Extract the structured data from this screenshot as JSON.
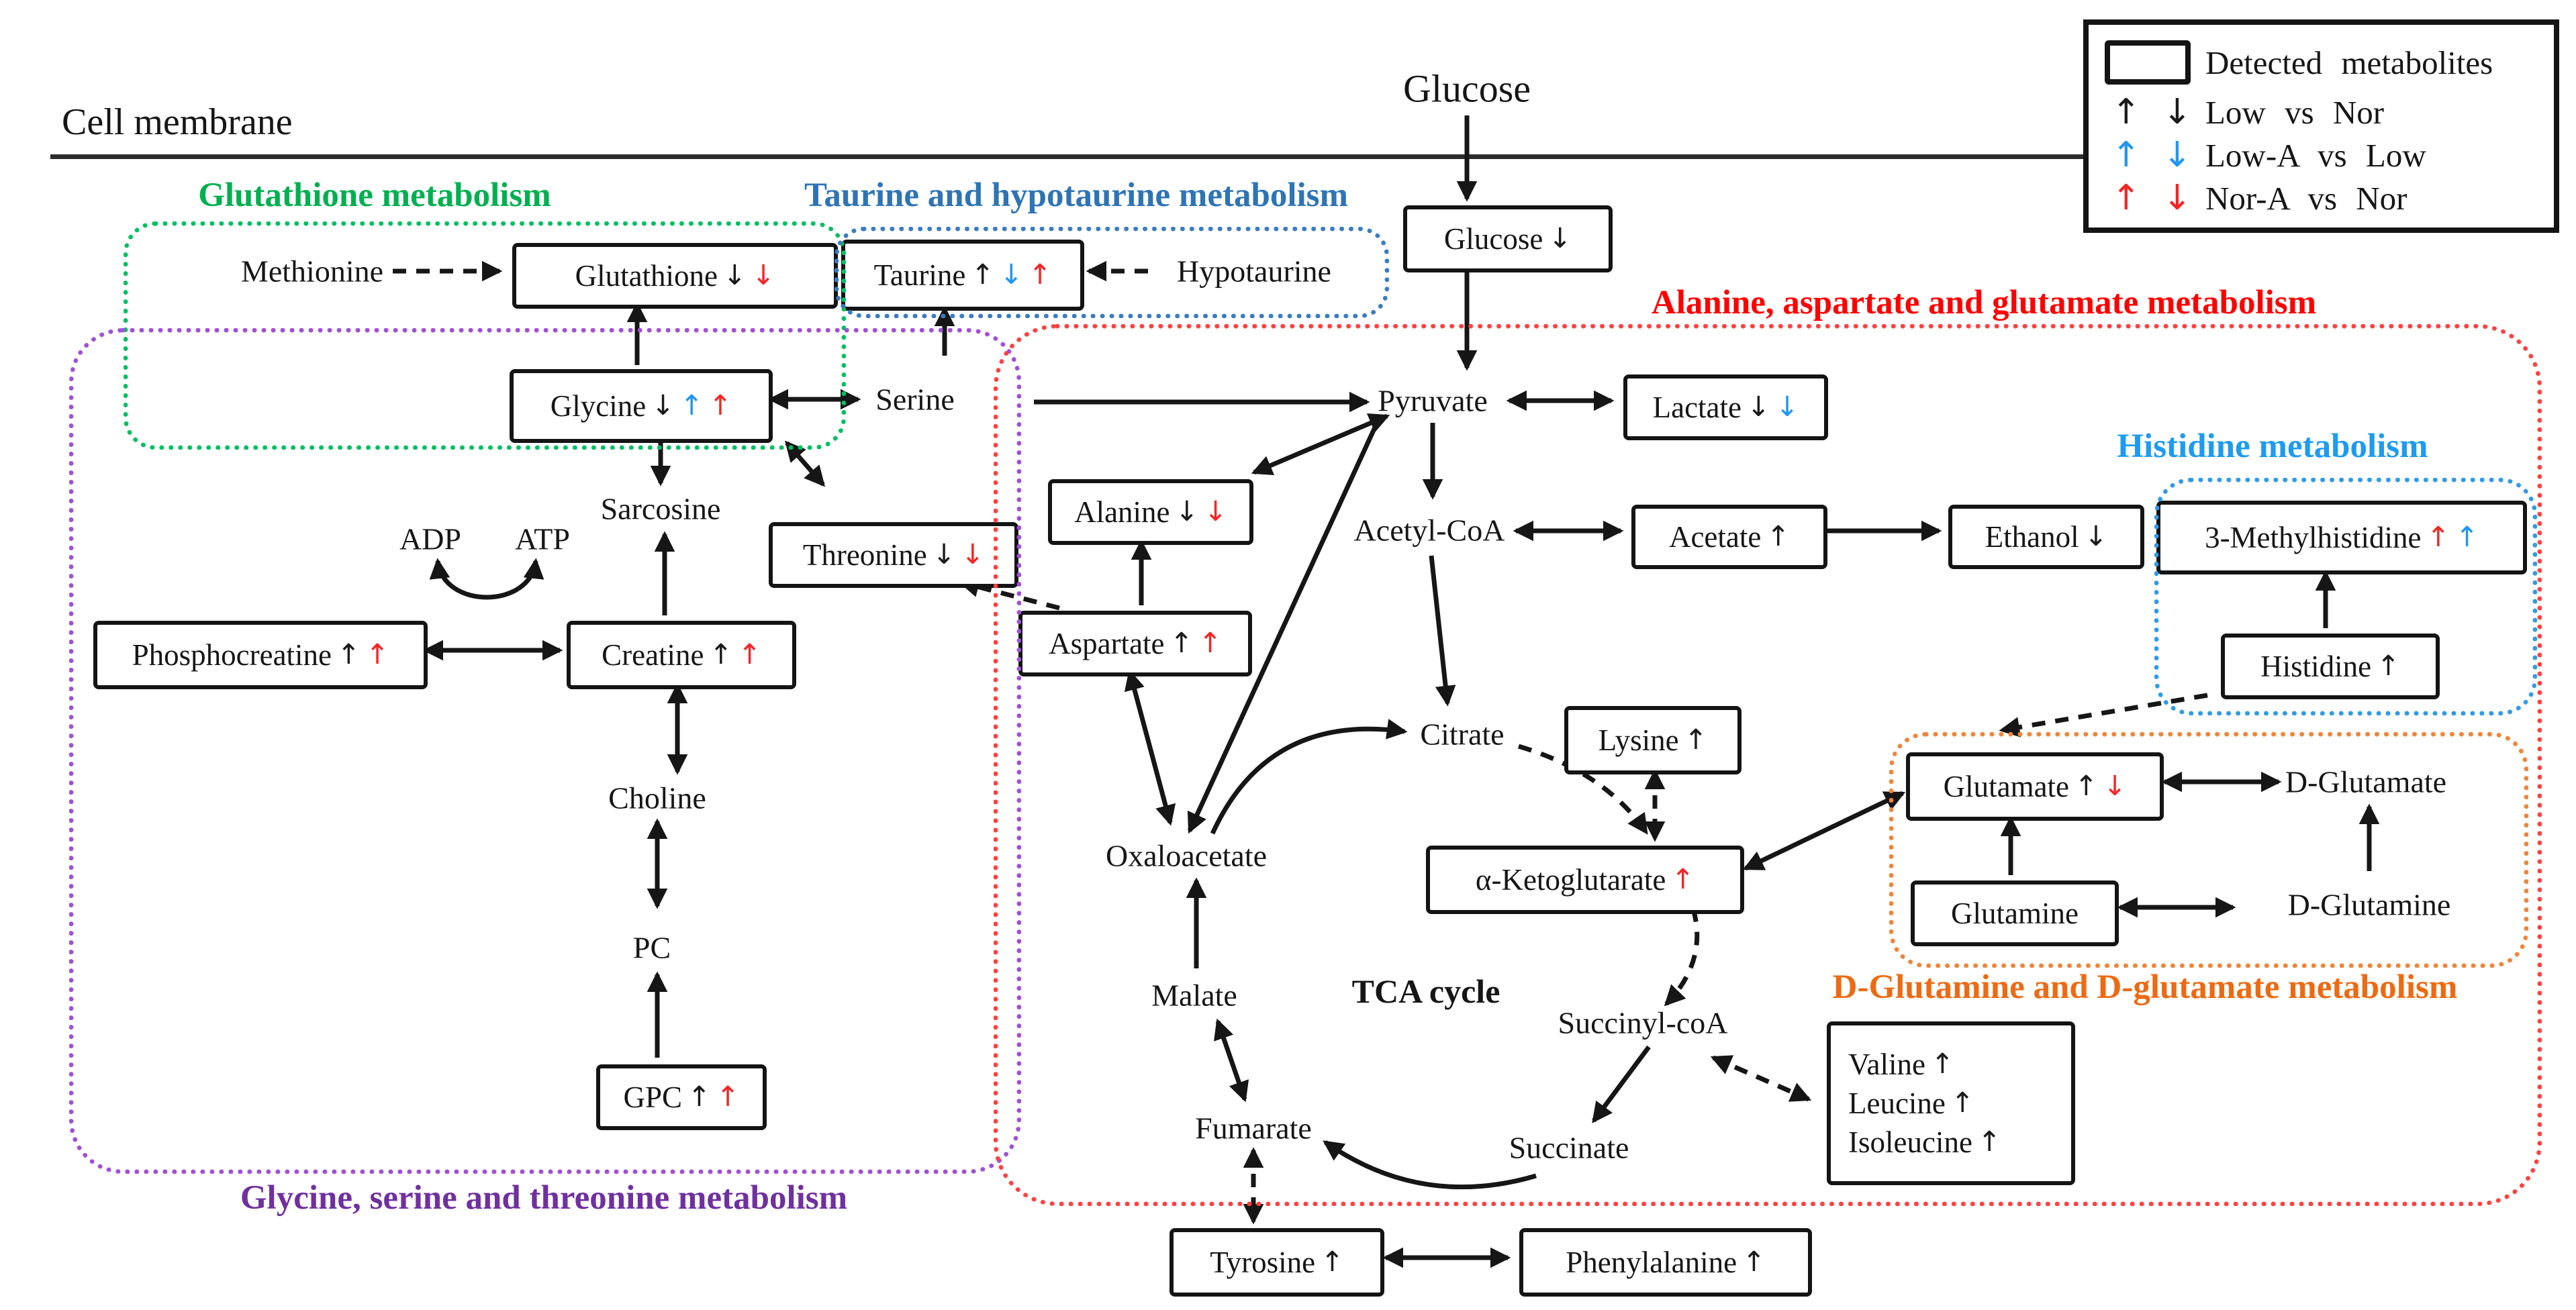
{
  "page": {
    "cell_membrane_label": "Cell membrane"
  },
  "colors": {
    "black": "#1a1a1a",
    "blue": "#2196f3",
    "red": "#f42525"
  },
  "regions": {
    "glutathione": {
      "label": "Glutathione metabolism",
      "color": "#00B050",
      "border": "#00c060"
    },
    "taurine": {
      "label": "Taurine and hypotaurine metabolism",
      "color": "#2E74B5",
      "border": "#3a7cc4"
    },
    "red": {
      "label": "Alanine, aspartate and glutamate metabolism",
      "color": "#FF0000",
      "border": "#ff4040"
    },
    "hist": {
      "label": "Histidine metabolism",
      "color": "#1E9BF0",
      "border": "#2e9be8"
    },
    "orange": {
      "label": "D-Glutamine and D-glutamate metabolism",
      "color": "#ED6A13",
      "border": "#f08438"
    },
    "purple": {
      "label": "Glycine, serine and threonine metabolism",
      "color": "#7030A0",
      "border": "#a050d8"
    }
  },
  "legend": {
    "box_label": "Detected metabolites",
    "rows": [
      {
        "label": "Low vs Nor",
        "color": "black"
      },
      {
        "label": "Low-A vs Low",
        "color": "blue"
      },
      {
        "label": "Nor-A vs Nor",
        "color": "red"
      }
    ]
  },
  "nodes": {
    "glucose_top": {
      "label": "Glucose",
      "big": true
    },
    "glucose_box": {
      "label": "Glucose",
      "arrows": [
        [
          "down",
          "black"
        ]
      ]
    },
    "methionine": {
      "label": "Methionine"
    },
    "glutathione": {
      "label": "Glutathione",
      "arrows": [
        [
          "down",
          "black"
        ],
        [
          "down",
          "red"
        ]
      ]
    },
    "taurine": {
      "label": "Taurine",
      "arrows": [
        [
          "up",
          "black"
        ],
        [
          "down",
          "blue"
        ],
        [
          "up",
          "red"
        ]
      ]
    },
    "hypotaurine": {
      "label": "Hypotaurine"
    },
    "glycine": {
      "label": "Glycine",
      "arrows": [
        [
          "down",
          "black"
        ],
        [
          "up",
          "blue"
        ],
        [
          "up",
          "red"
        ]
      ]
    },
    "serine": {
      "label": "Serine"
    },
    "pyruvate": {
      "label": "Pyruvate"
    },
    "lactate": {
      "label": "Lactate",
      "arrows": [
        [
          "down",
          "black"
        ],
        [
          "down",
          "blue"
        ]
      ]
    },
    "sarcosine": {
      "label": "Sarcosine"
    },
    "alanine": {
      "label": "Alanine",
      "arrows": [
        [
          "down",
          "black"
        ],
        [
          "down",
          "red"
        ]
      ]
    },
    "acetylcoa": {
      "label": "Acetyl-CoA"
    },
    "acetate": {
      "label": "Acetate",
      "arrows": [
        [
          "up",
          "black"
        ]
      ]
    },
    "ethanol": {
      "label": "Ethanol",
      "arrows": [
        [
          "down",
          "black"
        ]
      ]
    },
    "methylhistidine": {
      "label": "3-Methylhistidine",
      "arrows": [
        [
          "up",
          "red"
        ],
        [
          "up",
          "blue"
        ]
      ]
    },
    "adp": {
      "label": "ADP"
    },
    "atp": {
      "label": "ATP"
    },
    "threonine": {
      "label": "Threonine",
      "arrows": [
        [
          "down",
          "black"
        ],
        [
          "down",
          "red"
        ]
      ]
    },
    "aspartate": {
      "label": "Aspartate",
      "arrows": [
        [
          "up",
          "black"
        ],
        [
          "up",
          "red"
        ]
      ]
    },
    "creatine": {
      "label": "Creatine",
      "arrows": [
        [
          "up",
          "black"
        ],
        [
          "up",
          "red"
        ]
      ]
    },
    "phosphocreatine": {
      "label": "Phosphocreatine",
      "arrows": [
        [
          "up",
          "black"
        ],
        [
          "up",
          "red"
        ]
      ]
    },
    "histidine": {
      "label": "Histidine",
      "arrows": [
        [
          "up",
          "black"
        ]
      ]
    },
    "citrate": {
      "label": "Citrate"
    },
    "lysine": {
      "label": "Lysine",
      "arrows": [
        [
          "up",
          "black"
        ]
      ]
    },
    "glutamate": {
      "label": "Glutamate",
      "arrows": [
        [
          "up",
          "black"
        ],
        [
          "down",
          "red"
        ]
      ]
    },
    "dglutamate": {
      "label": "D-Glutamate"
    },
    "choline": {
      "label": "Choline"
    },
    "oxaloacetate": {
      "label": "Oxaloacetate"
    },
    "aketoglutarate": {
      "label": "α-Ketoglutarate",
      "arrows": [
        [
          "up",
          "red"
        ]
      ]
    },
    "glutamine": {
      "label": "Glutamine"
    },
    "dglutamine": {
      "label": "D-Glutamine"
    },
    "pc": {
      "label": "PC"
    },
    "tca": {
      "label": "TCA cycle",
      "bold": true
    },
    "malate": {
      "label": "Malate"
    },
    "succinylcoa": {
      "label": "Succinyl-coA"
    },
    "gpc": {
      "label": "GPC",
      "arrows": [
        [
          "up",
          "black"
        ],
        [
          "up",
          "red"
        ]
      ]
    },
    "valine": {
      "lines": [
        {
          "label": "Valine",
          "arrows": [
            [
              "up",
              "black"
            ]
          ]
        },
        {
          "label": "Leucine",
          "arrows": [
            [
              "up",
              "black"
            ]
          ]
        },
        {
          "label": "Isoleucine",
          "arrows": [
            [
              "up",
              "black"
            ]
          ]
        }
      ]
    },
    "fumarate": {
      "label": "Fumarate"
    },
    "succinate": {
      "label": "Succinate"
    },
    "tyrosine": {
      "label": "Tyrosine",
      "arrows": [
        [
          "up",
          "black"
        ]
      ]
    },
    "phenylalanine": {
      "label": "Phenylalanine",
      "arrows": [
        [
          "up",
          "black"
        ]
      ]
    }
  }
}
